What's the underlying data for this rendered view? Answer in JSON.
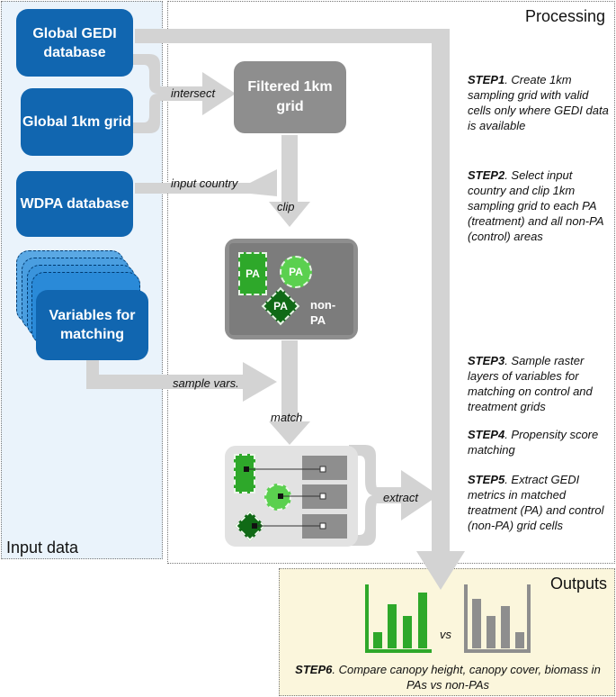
{
  "panels": {
    "input_title": "Input data",
    "processing_title": "Processing",
    "outputs_title": "Outputs"
  },
  "inputs": {
    "gedi": "Global GEDI database",
    "grid": "Global 1km grid",
    "wdpa": "WDPA database",
    "vars": "Variables for matching"
  },
  "filtered": "Filtered 1km grid",
  "labels": {
    "intersect": "intersect",
    "input_country": "input country",
    "clip": "clip",
    "sample_vars": "sample vars.",
    "match": "match",
    "extract": "extract",
    "vs": "vs"
  },
  "clip_panel": {
    "pa1": "PA",
    "pa2": "PA",
    "pa3": "PA",
    "nonpa": "non-PA"
  },
  "steps": [
    {
      "key": "STEP1",
      "text": ". Create 1km sampling grid with valid cells only where GEDI data is available"
    },
    {
      "key": "STEP2",
      "text": ". Select input country and clip 1km sampling grid to each PA (treatment) and all non-PA (control) areas"
    },
    {
      "key": "STEP3",
      "text": ". Sample raster layers of variables for matching on control and treatment grids"
    },
    {
      "key": "STEP4",
      "text": ". Propensity score matching"
    },
    {
      "key": "STEP5",
      "text": ". Extract GEDI metrics in matched treatment (PA) and control (non-PA) grid cells"
    }
  ],
  "step6": {
    "key": "STEP6",
    "text": ". Compare canopy height, canopy cover, biomass in PAs vs non-PAs"
  },
  "colors": {
    "blue": "#1166b0",
    "green": "#2ea82a",
    "gray": "#8e8e8e",
    "arrow": "#d3d3d3"
  }
}
